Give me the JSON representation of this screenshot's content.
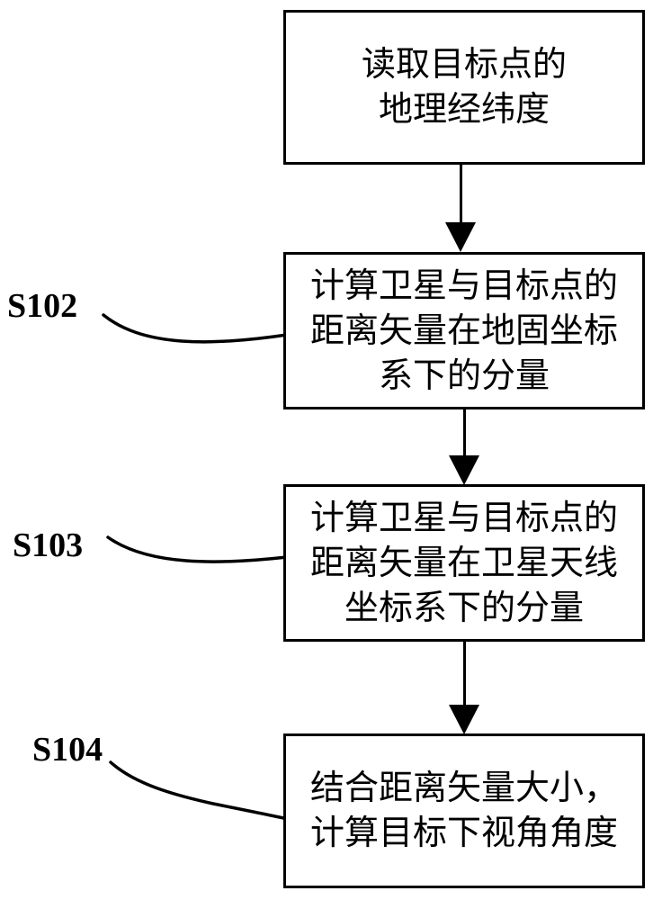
{
  "figure": {
    "type": "flowchart",
    "background_color": "#ffffff",
    "line_color": "#000000",
    "boxes": [
      {
        "name": "read-target-geodetic-coords",
        "lines": [
          "读取目标点的",
          "地理经纬度"
        ],
        "step_label": ""
      },
      {
        "name": "distance-vector-ecef-components",
        "lines": [
          "计算卫星与目标点的",
          "距离矢量在地固坐标",
          "系下的分量"
        ],
        "step_label": "S102"
      },
      {
        "name": "distance-vector-antenna-components",
        "lines": [
          "计算卫星与目标点的",
          "距离矢量在卫星天线",
          "坐标系下的分量"
        ],
        "step_label": "S103"
      },
      {
        "name": "compute-target-look-angle",
        "lines": [
          "结合距离矢量大小，",
          "计算目标下视角角度"
        ],
        "step_label": "S104"
      }
    ]
  }
}
